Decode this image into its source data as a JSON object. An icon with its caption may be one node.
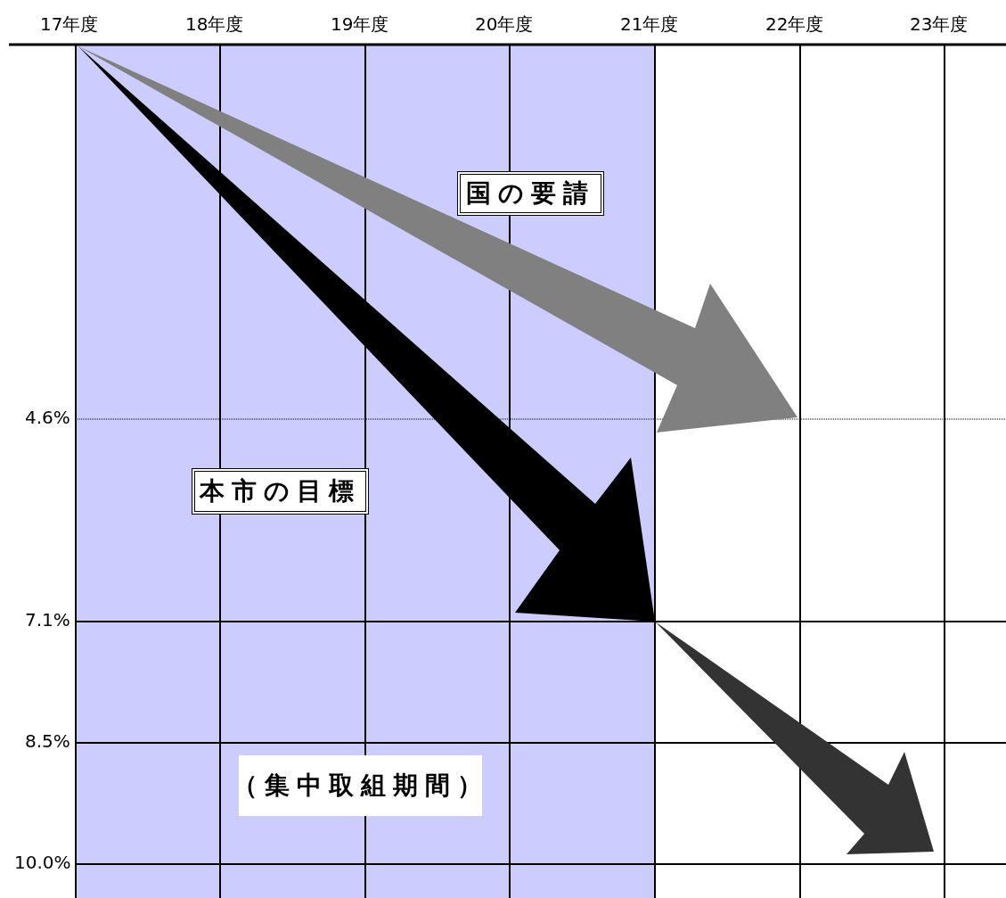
{
  "diagram": {
    "nodes": [
      {
        "text": [
          "国の要請"
        ]
      },
      {
        "text": [
          "本市の目標"
        ]
      },
      {
        "text": [
          "（集中取組期間）"
        ]
      }
    ],
    "labels": [
      "17年度",
      "18年度",
      "19年度",
      "20年度",
      "21年度",
      "22年度",
      "23年度",
      "4.6%",
      "7.1%",
      "8.5%",
      "10.0%"
    ]
  }
}
